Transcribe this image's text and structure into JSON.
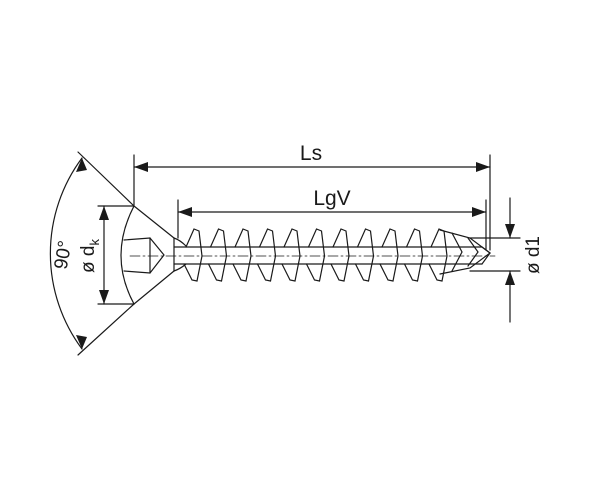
{
  "diagram": {
    "type": "countersunk-screw-technical-drawing",
    "dimensions": {
      "total_length": "Ls",
      "thread_length": "LgV",
      "shank_diameter": "ø d1",
      "head_diameter_prefix": "ø d",
      "head_diameter_subscript": "k",
      "head_angle": "90°"
    },
    "colors": {
      "line": "#1a1a1a",
      "background": "#ffffff"
    }
  }
}
